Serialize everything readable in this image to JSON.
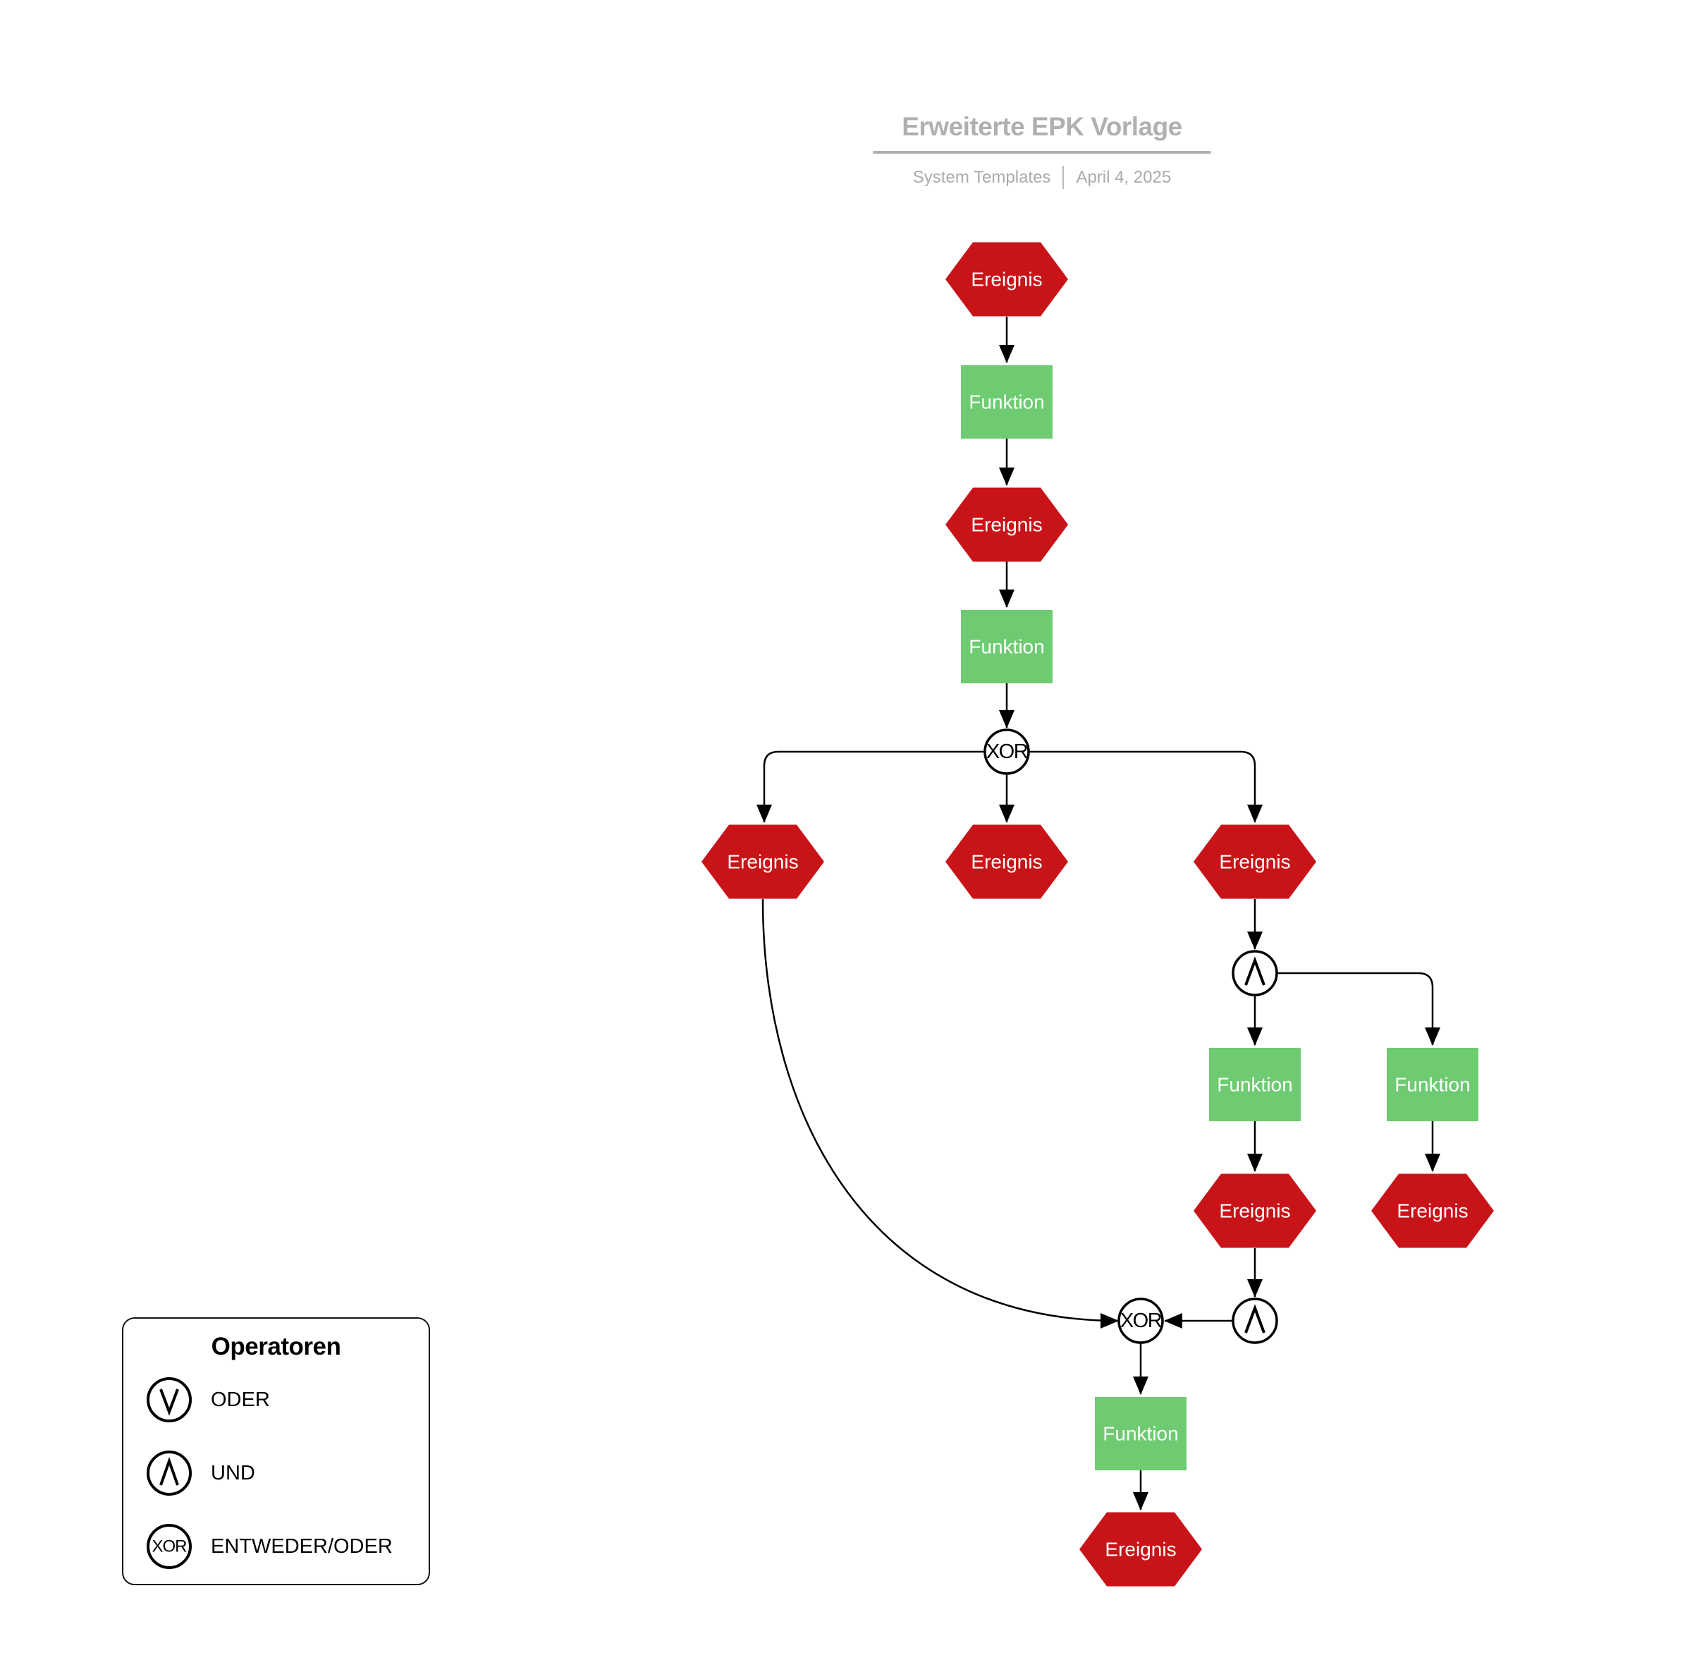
{
  "header": {
    "title": "Erweiterte EPK Vorlage",
    "source": "System Templates",
    "date": "April 4, 2025"
  },
  "colors": {
    "event_fill": "#c81419",
    "function_fill": "#6ecb72",
    "node_text": "#ffffff",
    "edge": "#000000",
    "operator_stroke": "#000000",
    "title": "#b0b0b0",
    "subtitle": "#ababab",
    "legend_border": "#111111"
  },
  "nodes": [
    {
      "id": "ereignis-1",
      "type": "event",
      "label": "Ereignis"
    },
    {
      "id": "funktion-1",
      "type": "function",
      "label": "Funktion"
    },
    {
      "id": "ereignis-2",
      "type": "event",
      "label": "Ereignis"
    },
    {
      "id": "funktion-2",
      "type": "function",
      "label": "Funktion"
    },
    {
      "id": "xor-1",
      "type": "operator",
      "label": "XOR"
    },
    {
      "id": "ereignis-3",
      "type": "event",
      "label": "Ereignis"
    },
    {
      "id": "ereignis-4",
      "type": "event",
      "label": "Ereignis"
    },
    {
      "id": "ereignis-5",
      "type": "event",
      "label": "Ereignis"
    },
    {
      "id": "und-1",
      "type": "operator",
      "label": "UND",
      "symbol": "∧"
    },
    {
      "id": "funktion-3",
      "type": "function",
      "label": "Funktion"
    },
    {
      "id": "funktion-4",
      "type": "function",
      "label": "Funktion"
    },
    {
      "id": "ereignis-6",
      "type": "event",
      "label": "Ereignis"
    },
    {
      "id": "ereignis-7",
      "type": "event",
      "label": "Ereignis"
    },
    {
      "id": "und-2",
      "type": "operator",
      "label": "UND",
      "symbol": "∧"
    },
    {
      "id": "xor-2",
      "type": "operator",
      "label": "XOR"
    },
    {
      "id": "funktion-5",
      "type": "function",
      "label": "Funktion"
    },
    {
      "id": "ereignis-8",
      "type": "event",
      "label": "Ereignis"
    }
  ],
  "edges": [
    {
      "from": "ereignis-1",
      "to": "funktion-1"
    },
    {
      "from": "funktion-1",
      "to": "ereignis-2"
    },
    {
      "from": "ereignis-2",
      "to": "funktion-2"
    },
    {
      "from": "funktion-2",
      "to": "xor-1"
    },
    {
      "from": "xor-1",
      "to": "ereignis-3"
    },
    {
      "from": "xor-1",
      "to": "ereignis-4"
    },
    {
      "from": "xor-1",
      "to": "ereignis-5"
    },
    {
      "from": "ereignis-5",
      "to": "und-1"
    },
    {
      "from": "und-1",
      "to": "funktion-3"
    },
    {
      "from": "und-1",
      "to": "funktion-4"
    },
    {
      "from": "funktion-3",
      "to": "ereignis-6"
    },
    {
      "from": "funktion-4",
      "to": "ereignis-7"
    },
    {
      "from": "ereignis-6",
      "to": "und-2"
    },
    {
      "from": "und-2",
      "to": "xor-2"
    },
    {
      "from": "ereignis-3",
      "to": "xor-2"
    },
    {
      "from": "xor-2",
      "to": "funktion-5"
    },
    {
      "from": "funktion-5",
      "to": "ereignis-8"
    }
  ],
  "legend": {
    "title": "Operatoren",
    "items": [
      {
        "icon": "or-operator-icon",
        "label": "ODER"
      },
      {
        "icon": "und-operator-icon",
        "label": "UND"
      },
      {
        "icon": "xor-operator-icon",
        "icon_text": "XOR",
        "label": "ENTWEDER/ODER"
      }
    ]
  }
}
